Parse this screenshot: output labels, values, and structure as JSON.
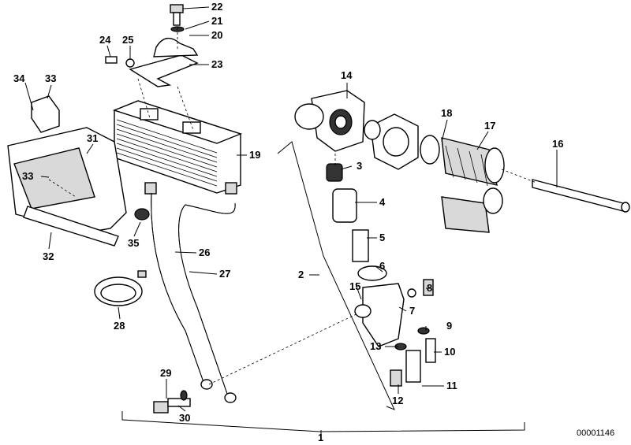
{
  "diagram": {
    "reference_number": "00001146",
    "callouts": [
      "1",
      "2",
      "3",
      "4",
      "5",
      "6",
      "7",
      "8",
      "9",
      "10",
      "11",
      "12",
      "13",
      "14",
      "15",
      "16",
      "17",
      "18",
      "19",
      "20",
      "21",
      "22",
      "23",
      "24",
      "25",
      "26",
      "27",
      "28",
      "29",
      "30",
      "31",
      "32",
      "33",
      "33",
      "34",
      "35"
    ]
  }
}
